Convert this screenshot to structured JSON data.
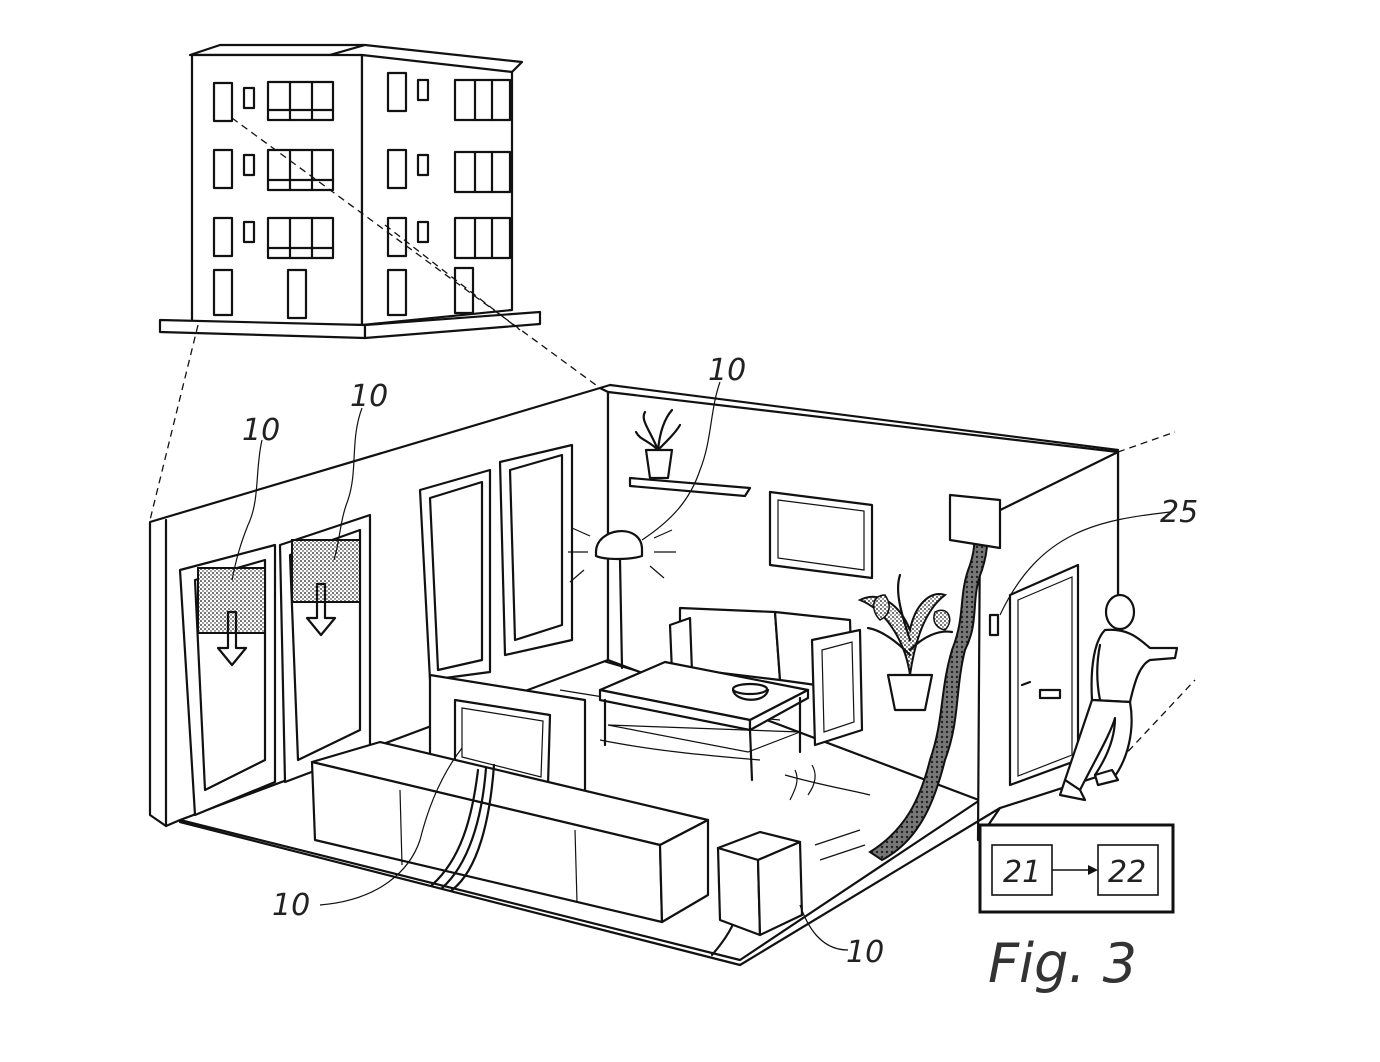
{
  "figure": {
    "caption": "Fig. 3"
  },
  "reference_numerals": {
    "blind_left": "10",
    "blind_right": "10",
    "lamp": "10",
    "tv": "10",
    "subwoofer": "10",
    "sensor": "25"
  },
  "block_diagram": {
    "box_a": "21",
    "box_b": "22"
  },
  "colors": {
    "ink": "#111111",
    "paper": "#ffffff"
  }
}
